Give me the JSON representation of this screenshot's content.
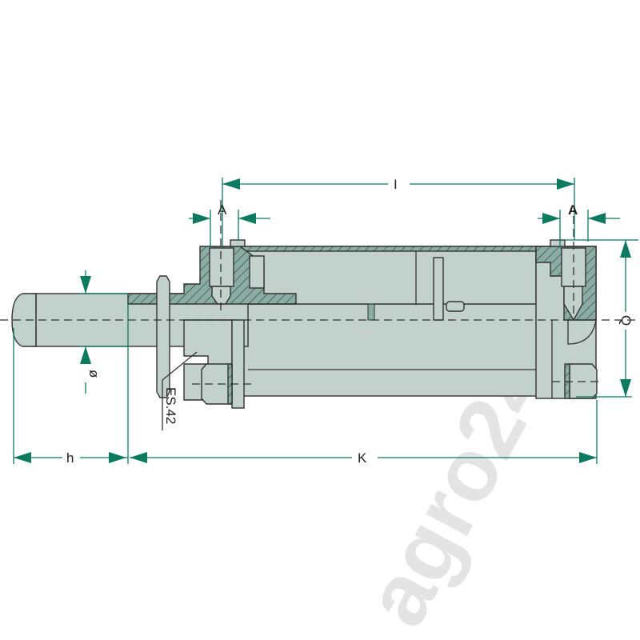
{
  "drawing": {
    "labels": {
      "I": "I",
      "A_left": "A",
      "A_right": "A",
      "Q": "Q",
      "diameter": "ø",
      "h": "h",
      "K": "K",
      "part_ref": "ES.42"
    },
    "watermark": "agro24.lv",
    "colors": {
      "body": "#c3d1cd",
      "section": "#8aada3",
      "dimension": "#0b7a5f",
      "outline": "#333333"
    }
  }
}
